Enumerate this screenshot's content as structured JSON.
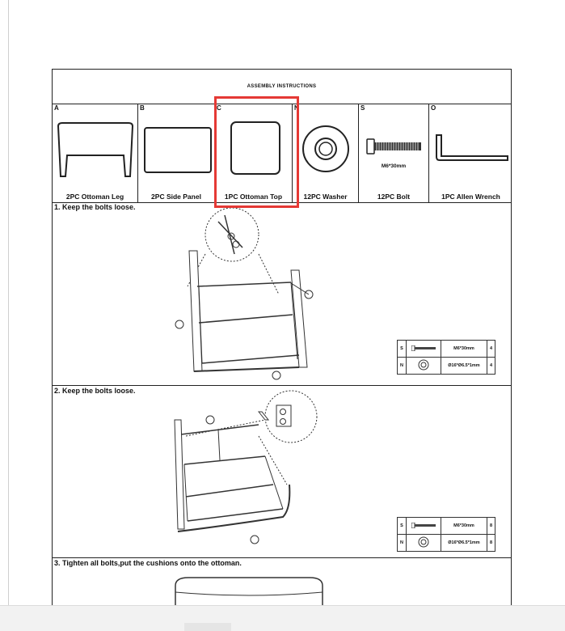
{
  "document": {
    "title": "ASSEMBLY INSTRUCTIONS",
    "parts": [
      {
        "letter": "A",
        "caption": "2PC Ottoman Leg",
        "icon": "ottoman-leg"
      },
      {
        "letter": "B",
        "caption": "2PC Side Panel",
        "icon": "side-panel"
      },
      {
        "letter": "C",
        "caption": "1PC Ottoman Top",
        "icon": "ottoman-top"
      },
      {
        "letter": "N",
        "caption": "12PC Washer",
        "icon": "washer"
      },
      {
        "letter": "S",
        "caption": "12PC Bolt",
        "icon": "bolt",
        "spec": "M6*30mm"
      },
      {
        "letter": "O",
        "caption": "1PC Allen Wrench",
        "icon": "allen-wrench"
      }
    ],
    "steps": [
      {
        "label": "1. Keep the bolts loose.",
        "hardware": [
          {
            "letter": "S",
            "spec": "M6*30mm",
            "qty": "4"
          },
          {
            "letter": "N",
            "spec": "Ø16*Ø6.5*1mm",
            "qty": "4"
          }
        ]
      },
      {
        "label": "2. Keep the bolts loose.",
        "hardware": [
          {
            "letter": "S",
            "spec": "M6*30mm",
            "qty": "8"
          },
          {
            "letter": "N",
            "spec": "Ø16*Ø6.5*1mm",
            "qty": "8"
          }
        ]
      },
      {
        "label": "3. Tighten all bolts,put the cushions onto the ottoman."
      }
    ]
  },
  "highlight_color": "#e53935"
}
